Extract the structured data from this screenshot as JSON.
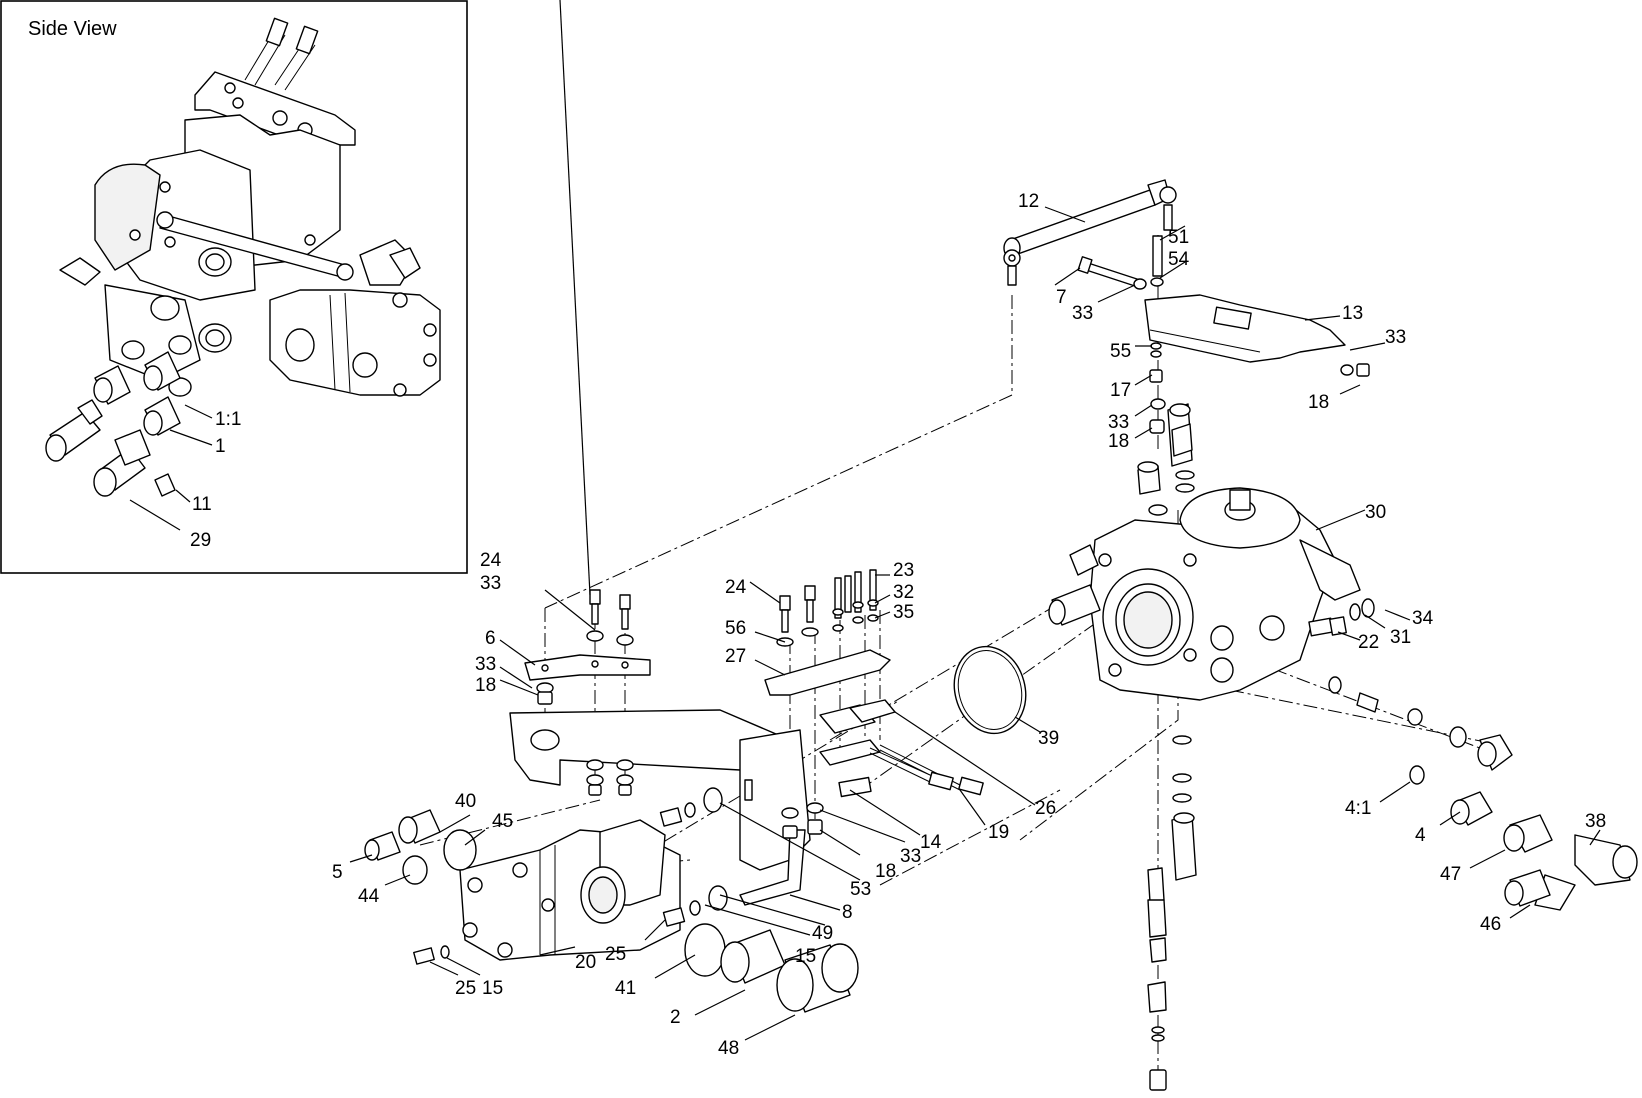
{
  "inset": {
    "title": "Side View",
    "callouts": [
      {
        "id": "inset-1-1",
        "label": "1:1"
      },
      {
        "id": "inset-1",
        "label": "1"
      },
      {
        "id": "inset-11",
        "label": "11"
      },
      {
        "id": "inset-29",
        "label": "29"
      }
    ]
  },
  "main": {
    "callouts": [
      {
        "id": "c12",
        "label": "12"
      },
      {
        "id": "c51",
        "label": "51"
      },
      {
        "id": "c54",
        "label": "54"
      },
      {
        "id": "c7",
        "label": "7"
      },
      {
        "id": "c33a",
        "label": "33"
      },
      {
        "id": "c13",
        "label": "13"
      },
      {
        "id": "c33b",
        "label": "33"
      },
      {
        "id": "c55",
        "label": "55"
      },
      {
        "id": "c17",
        "label": "17"
      },
      {
        "id": "c18a",
        "label": "18"
      },
      {
        "id": "c33c",
        "label": "33"
      },
      {
        "id": "c18b",
        "label": "18"
      },
      {
        "id": "c30",
        "label": "30"
      },
      {
        "id": "c34",
        "label": "34"
      },
      {
        "id": "c22",
        "label": "22"
      },
      {
        "id": "c31",
        "label": "31"
      },
      {
        "id": "c24a",
        "label": "24"
      },
      {
        "id": "c33d",
        "label": "33"
      },
      {
        "id": "c6",
        "label": "6"
      },
      {
        "id": "c33e",
        "label": "33"
      },
      {
        "id": "c18c",
        "label": "18"
      },
      {
        "id": "c24b",
        "label": "24"
      },
      {
        "id": "c23",
        "label": "23"
      },
      {
        "id": "c32",
        "label": "32"
      },
      {
        "id": "c35",
        "label": "35"
      },
      {
        "id": "c56",
        "label": "56"
      },
      {
        "id": "c27",
        "label": "27"
      },
      {
        "id": "c39",
        "label": "39"
      },
      {
        "id": "c26",
        "label": "26"
      },
      {
        "id": "c19",
        "label": "19"
      },
      {
        "id": "c14",
        "label": "14"
      },
      {
        "id": "c33f",
        "label": "33"
      },
      {
        "id": "c18d",
        "label": "18"
      },
      {
        "id": "c53",
        "label": "53"
      },
      {
        "id": "c40",
        "label": "40"
      },
      {
        "id": "c45",
        "label": "45"
      },
      {
        "id": "c5",
        "label": "5"
      },
      {
        "id": "c44",
        "label": "44"
      },
      {
        "id": "c8",
        "label": "8"
      },
      {
        "id": "c49",
        "label": "49"
      },
      {
        "id": "c15a",
        "label": "15"
      },
      {
        "id": "c25a",
        "label": "25"
      },
      {
        "id": "c20",
        "label": "20"
      },
      {
        "id": "c41",
        "label": "41"
      },
      {
        "id": "c25b",
        "label": "25"
      },
      {
        "id": "c15b",
        "label": "15"
      },
      {
        "id": "c2",
        "label": "2"
      },
      {
        "id": "c48",
        "label": "48"
      },
      {
        "id": "c4-1",
        "label": "4:1"
      },
      {
        "id": "c4",
        "label": "4"
      },
      {
        "id": "c47",
        "label": "47"
      },
      {
        "id": "c38",
        "label": "38"
      },
      {
        "id": "c46",
        "label": "46"
      }
    ]
  }
}
